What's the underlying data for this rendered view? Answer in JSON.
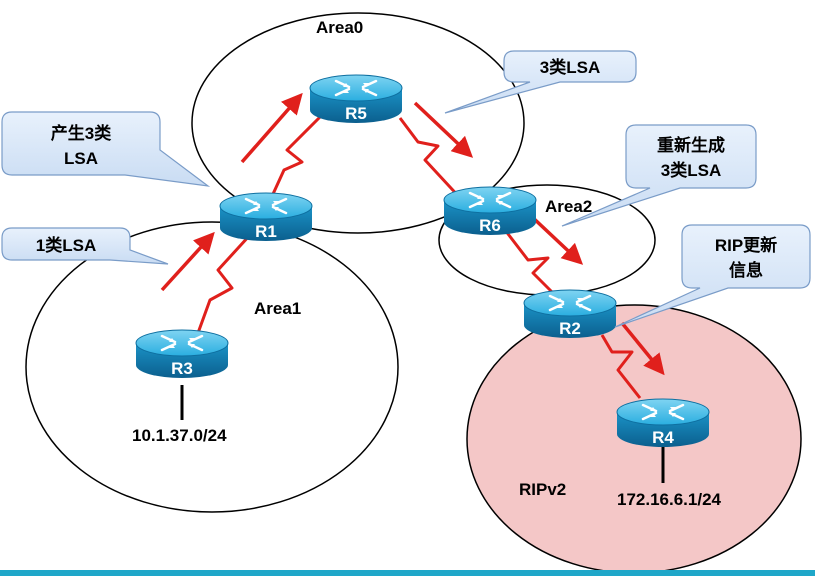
{
  "areas": {
    "area0": "Area0",
    "area1": "Area1",
    "area2": "Area2",
    "ripv2": "RIPv2"
  },
  "routers": {
    "r1": "R1",
    "r2": "R2",
    "r3": "R3",
    "r4": "R4",
    "r5": "R5",
    "r6": "R6"
  },
  "networks": {
    "r3_net": "10.1.37.0/24",
    "r4_net": "172.16.6.1/24"
  },
  "callouts": {
    "type3_lsa": "3类LSA",
    "generate_type3": [
      "产生3类",
      "LSA"
    ],
    "type1_lsa": "1类LSA",
    "regenerate_type3": [
      "重新生成",
      "3类LSA"
    ],
    "rip_update": [
      "RIP更新",
      "信息"
    ]
  },
  "colors": {
    "link": "#e0201c",
    "arrow": "#e0201c",
    "rip_area_fill": "#f4c7c7",
    "router_body": "#1a9fd0",
    "callout_fill": "#d6e6f8",
    "callout_stroke": "#7a9cc8"
  }
}
